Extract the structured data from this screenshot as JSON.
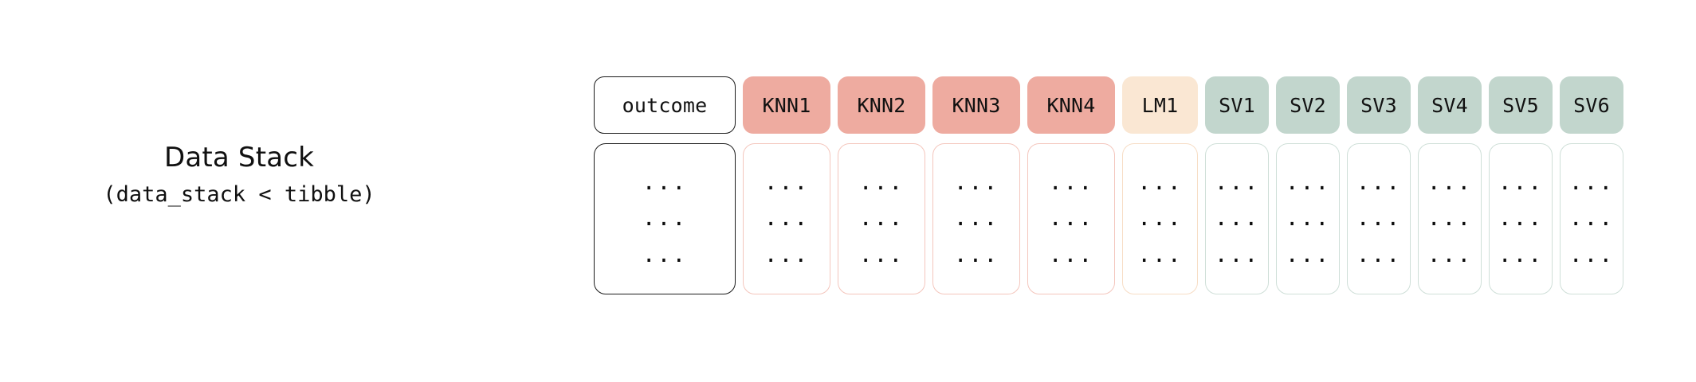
{
  "caption": {
    "title": "Data Stack",
    "subtitle": "(data_stack < tibble)"
  },
  "palette": {
    "knn_header_fill": "#eeaba0",
    "knn_body_border": "#f4c6bd",
    "lm_header_fill": "#fae7d3",
    "lm_body_border": "#f7ddc5",
    "sv_header_fill": "#c2d6cd",
    "sv_body_border": "#cfdfd8",
    "outcome_border": "#1b1b1b",
    "background": "#ffffff",
    "text": "#111111"
  },
  "table": {
    "cell_placeholder": "...",
    "body_rows": 3,
    "columns": [
      {
        "label": "outcome",
        "kind": "outcome",
        "width": 178
      },
      {
        "label": "KNN1",
        "kind": "knn",
        "width": 110
      },
      {
        "label": "KNN2",
        "kind": "knn",
        "width": 110
      },
      {
        "label": "KNN3",
        "kind": "knn",
        "width": 110
      },
      {
        "label": "KNN4",
        "kind": "knn",
        "width": 110
      },
      {
        "label": "LM1",
        "kind": "lm",
        "width": 95
      },
      {
        "label": "SV1",
        "kind": "sv",
        "width": 80
      },
      {
        "label": "SV2",
        "kind": "sv",
        "width": 80
      },
      {
        "label": "SV3",
        "kind": "sv",
        "width": 80
      },
      {
        "label": "SV4",
        "kind": "sv",
        "width": 80
      },
      {
        "label": "SV5",
        "kind": "sv",
        "width": 80
      },
      {
        "label": "SV6",
        "kind": "sv",
        "width": 80
      }
    ]
  }
}
